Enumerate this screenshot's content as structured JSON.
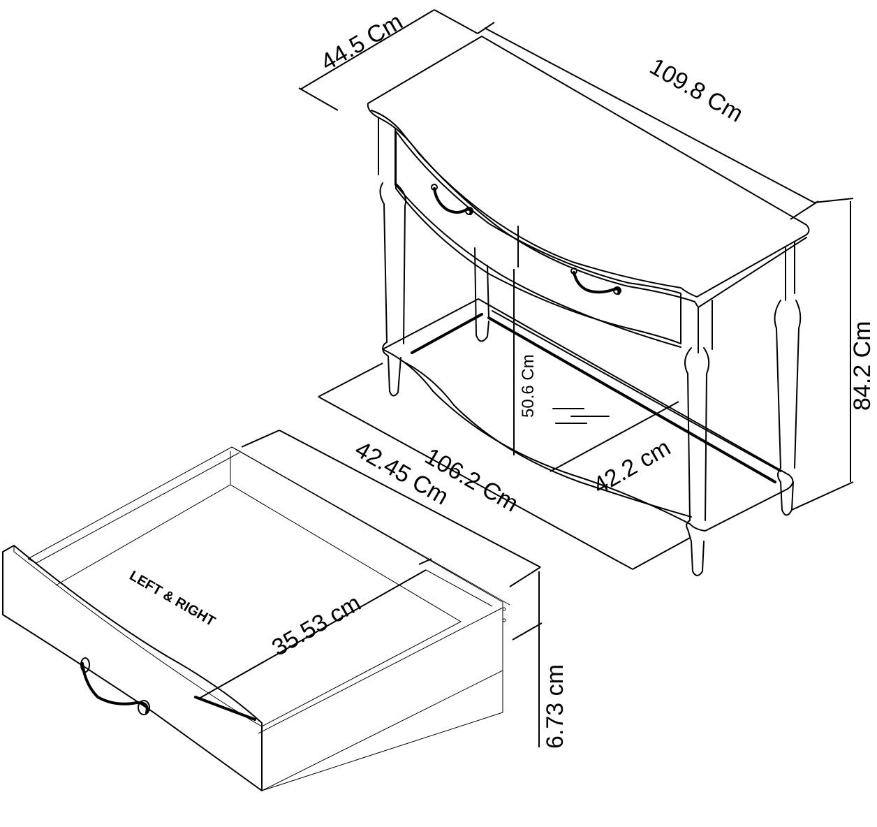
{
  "diagram": {
    "subject": "Console table with two drawers and lower shelf",
    "colors": {
      "line": "#000000",
      "background": "#ffffff"
    },
    "table_dimensions": {
      "depth": "44.5 Cm",
      "width": "109.8 Cm",
      "height": "84.2 Cm",
      "shelf_height": "50.6 Cm",
      "shelf_depth": "42.2 cm",
      "shelf_width": "106.2 Cm"
    },
    "drawer_dimensions": {
      "note": "LEFT & RIGHT",
      "inner_width": "42.45  Cm",
      "inner_depth": "35.53 cm",
      "inner_height": "6.73 cm"
    }
  }
}
